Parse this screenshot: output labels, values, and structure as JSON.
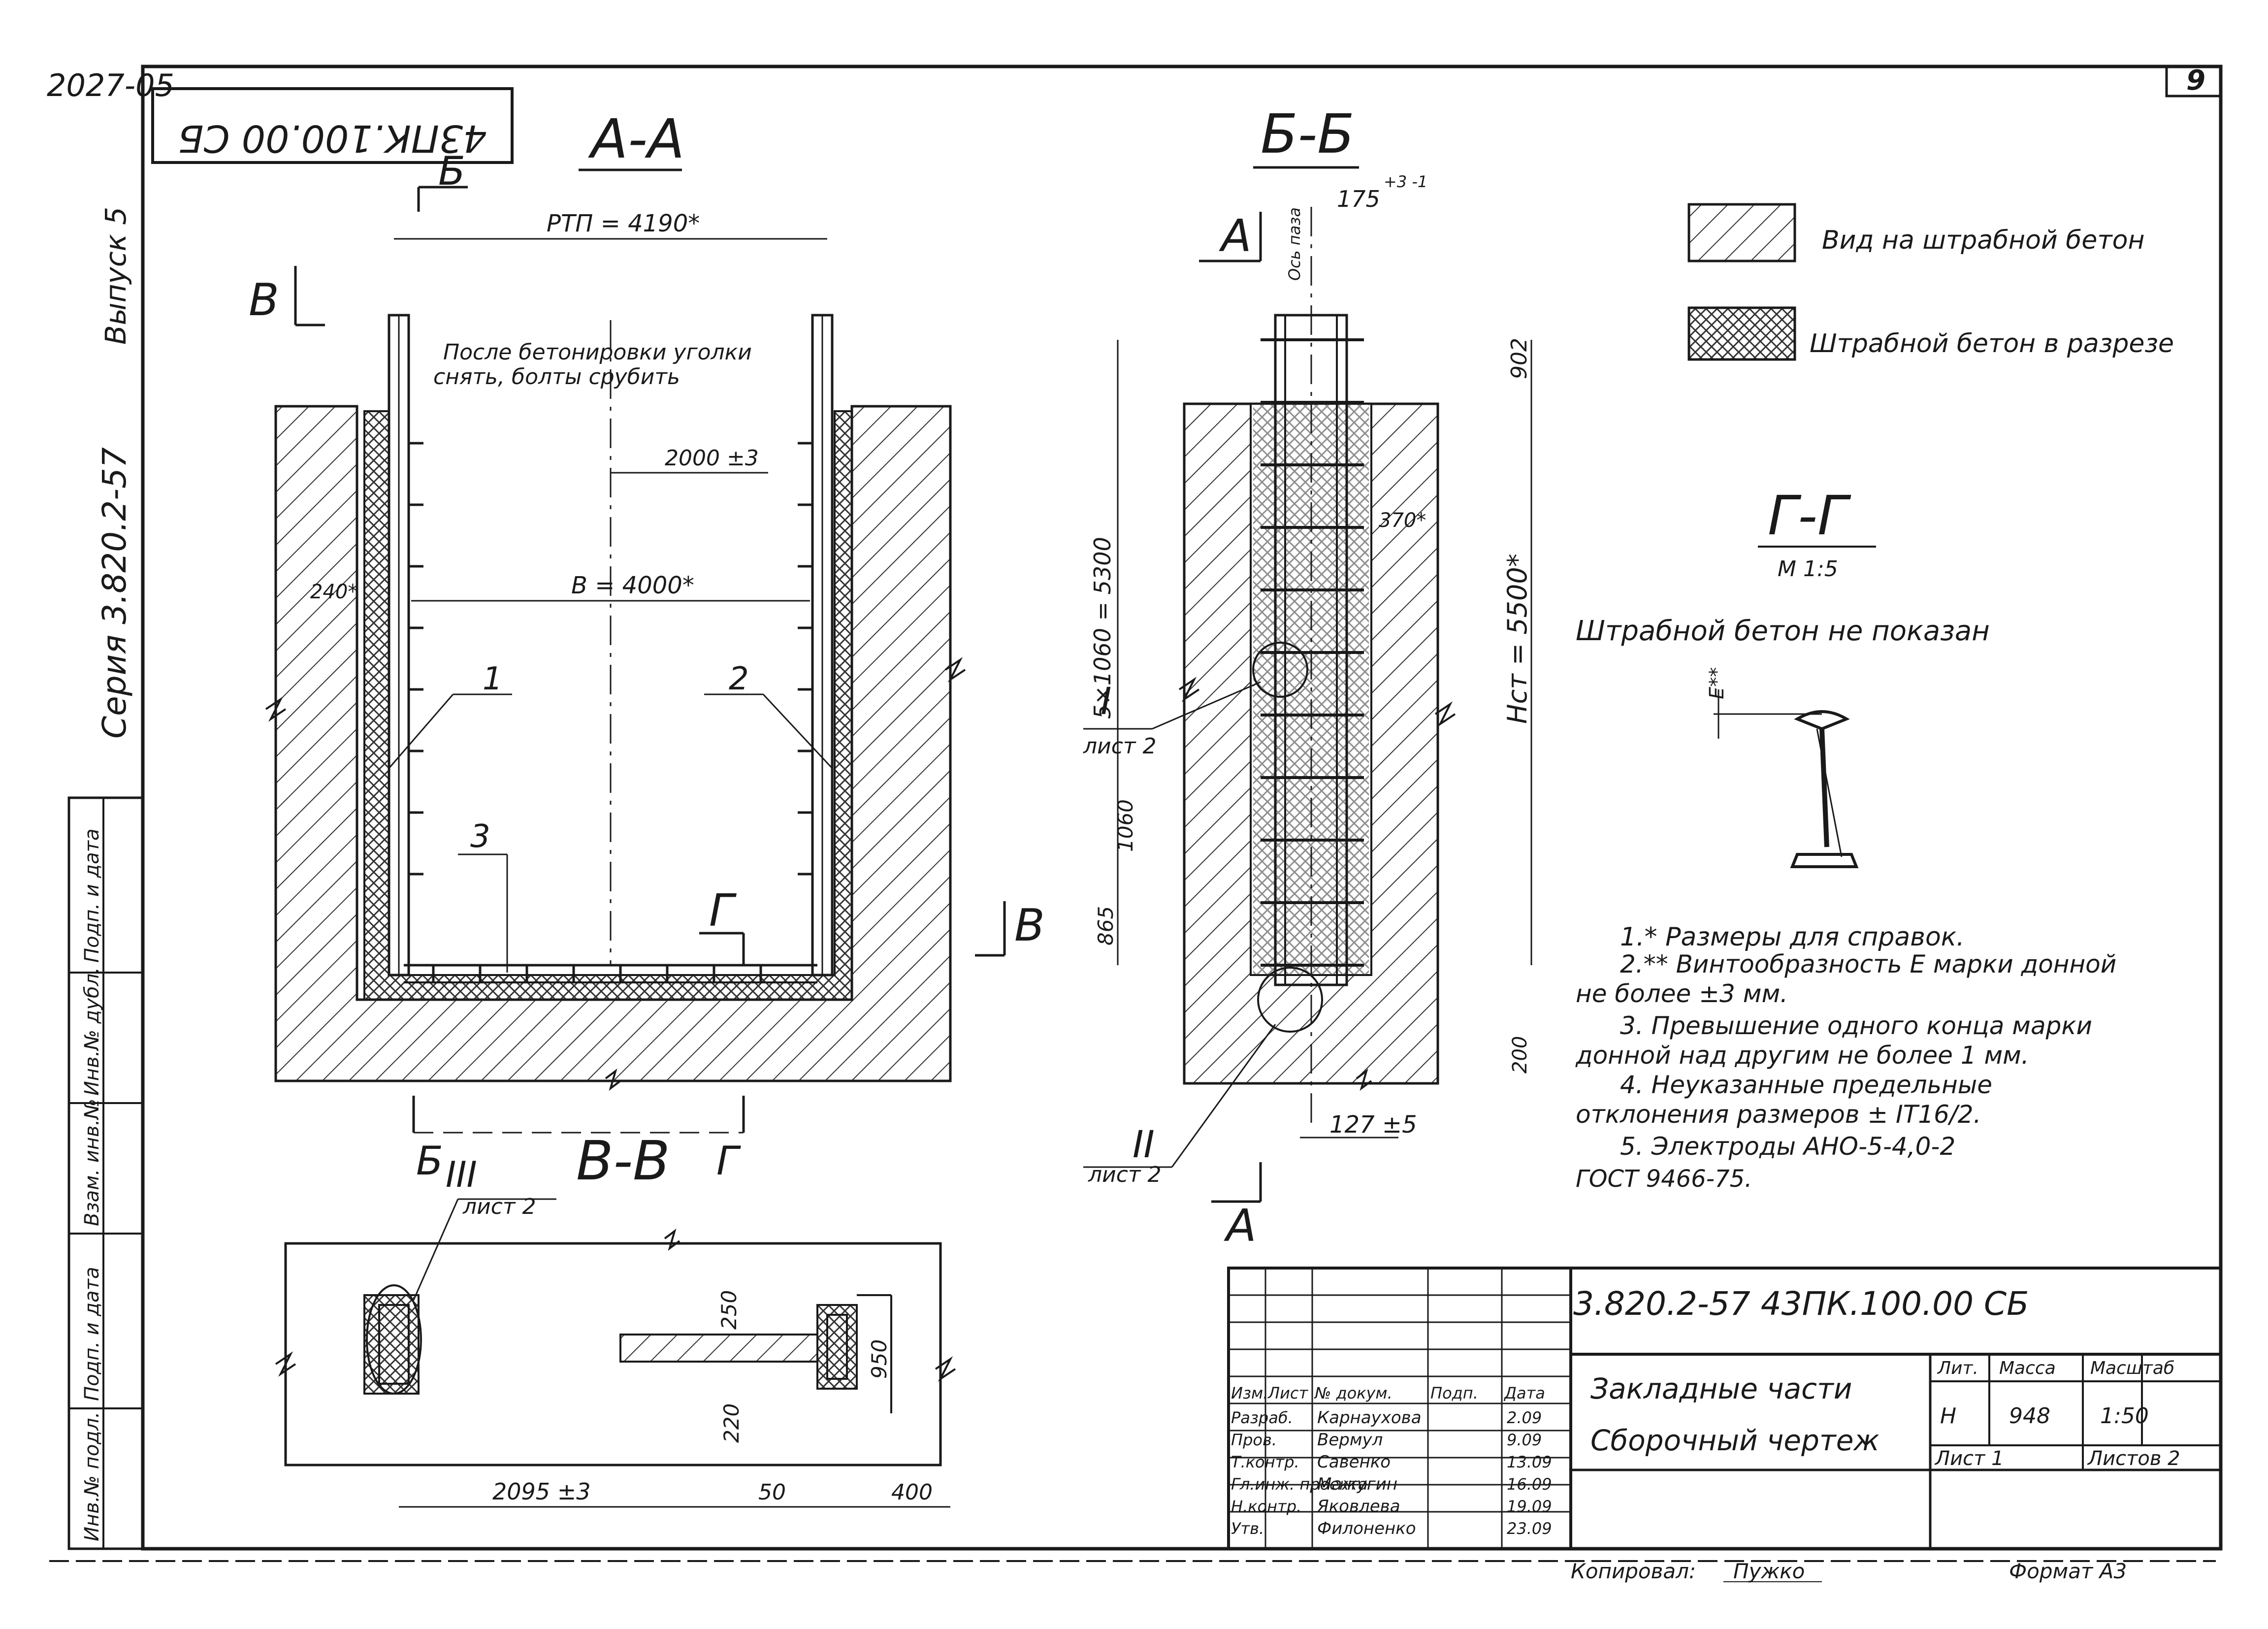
{
  "corner": {
    "top_left": "2027-05",
    "top_right": "9"
  },
  "stamp_top": "43ПК.100.00 СБ",
  "margin": {
    "issue": "Выпуск 5",
    "series": "Серия 3.820.2-57",
    "cells": [
      "Подп. и дата",
      "Инв.№ дубл.",
      "Взам. инв.№",
      "Подп. и дата",
      "Инв.№ подл."
    ]
  },
  "section_aa": {
    "title": "А-А",
    "cut_b_top": "Б",
    "cut_v_left": "В",
    "dim_rtp": "РТП = 4190*",
    "note": [
      "После бетонировки уголки",
      "снять, болты срубить"
    ],
    "dim_2000": "2000 ±3",
    "dim_b": "В = 4000*",
    "dim_240": "240*",
    "pos1": "1",
    "pos2": "2",
    "pos3": "3",
    "cut_g": "Г",
    "cut_v_right": "В",
    "cut_b_bottom": "Б"
  },
  "section_bb": {
    "title": "Б-Б",
    "dim_175": "175",
    "dim_175_tol": "+3 -1",
    "axis_label": "Ось паза",
    "cut_a_top": "А",
    "cut_a_bottom": "А",
    "dim_902": "902",
    "dim_5300": "5×1060 = 5300",
    "dim_370": "370*",
    "dim_hst": "Нст = 5500*",
    "callout_1": "I",
    "callout_1_sheet": "лист 2",
    "callout_2": "II",
    "callout_2_sheet": "лист 2",
    "dim_1060": "1060",
    "dim_865": "865",
    "dim_200": "200",
    "dim_127": "127 ±5"
  },
  "section_vv": {
    "title": "В-В",
    "callout_3": "III",
    "callout_3_sheet": "лист 2",
    "cut_b": "Б",
    "cut_g": "Г",
    "dim_250": "250",
    "dim_950": "950",
    "dim_220": "220",
    "dim_2095": "2095 ±3",
    "dim_50": "50",
    "dim_400": "400"
  },
  "legend": [
    {
      "pattern": "hatch",
      "label": "Вид на штрабной бетон"
    },
    {
      "pattern": "crosshatch",
      "label": "Штрабной бетон в разрезе"
    }
  ],
  "section_gg": {
    "title": "Г-Г",
    "scale": "М 1:5",
    "note": "Штрабной бетон не показан",
    "dim_e": "Е**"
  },
  "notes": [
    "1.* Размеры для справок.",
    "2.** Винтообразность Е марки донной",
    "не более ±3 мм.",
    "3. Превышение одного конца марки",
    "донной над другим не более 1 мм.",
    "4. Неуказанные предельные",
    "отклонения размеров ± IT16/2.",
    "5. Электроды АНО-5-4,0-2",
    "ГОСТ 9466-75."
  ],
  "title_block": {
    "code": "3.820.2-57   43ПК.100.00 СБ",
    "name_1": "Закладные части",
    "name_2": "Сборочный чертеж",
    "col_headers": [
      "Изм.",
      "Лист",
      "№ докум.",
      "Подп.",
      "Дата"
    ],
    "rows": [
      {
        "role": "Разраб.",
        "name": "Карнаухова",
        "date": "2.09"
      },
      {
        "role": "Пров.",
        "name": "Вермул",
        "date": "9.09"
      },
      {
        "role": "Т.контр.",
        "name": "Савенко",
        "date": "13.09"
      },
      {
        "role": "Гл.инж. проекта",
        "name": "Мажугин",
        "date": "16.09"
      },
      {
        "role": "Н.контр.",
        "name": "Яковлева",
        "date": "19.09"
      },
      {
        "role": "Утв.",
        "name": "Филоненко",
        "date": "23.09"
      }
    ],
    "lit_label": "Лит.",
    "mass_label": "Масса",
    "scale_label": "Масштаб",
    "lit_value": "Н",
    "mass_value": "948",
    "scale_value": "1:50",
    "sheet_label": "Лист 1",
    "sheets_label": "Листов 2"
  },
  "footer": {
    "copied": "Копировал:",
    "copied_name": "Пужко",
    "format": "Формат А3"
  }
}
